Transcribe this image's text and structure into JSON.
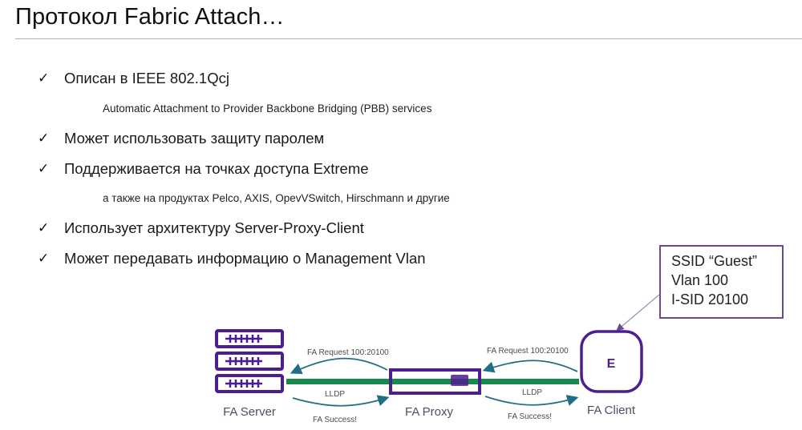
{
  "slide": {
    "title": "Протокол Fabric Attach…",
    "bullets": [
      {
        "text": "Описан в IEEE 802.1Qcj",
        "sub": "Automatic Attachment to Provider Backbone Bridging (PBB) services"
      },
      {
        "text": "Может использовать защиту паролем",
        "sub": null
      },
      {
        "text": "Поддерживается на точках доступа Extreme",
        "sub": "а также на продуктах Pelco, AXIS, OpevVSwitch, Hirschmann и другие"
      },
      {
        "text": "Использует архитектуру Server-Proxy-Client",
        "sub": null
      },
      {
        "text": "Может передавать информацию о Management Vlan",
        "sub": null
      }
    ],
    "check_glyph": "✓"
  },
  "callout": {
    "lines": [
      "SSID “Guest”",
      "Vlan 100",
      "I-SID 20100"
    ]
  },
  "diagram": {
    "nodes": {
      "server": {
        "label": "FA Server",
        "icon": "server-stack-icon"
      },
      "proxy": {
        "label": "FA Proxy",
        "icon": "switch-icon"
      },
      "client": {
        "label": "FA Client",
        "icon": "access-point-icon",
        "logo": "E"
      }
    },
    "links": {
      "left": {
        "request": "FA Request 100:20100",
        "protocol": "LLDP",
        "response": "FA Success!"
      },
      "right": {
        "request": "FA Request 100:20100",
        "protocol": "LLDP",
        "response": "FA Success!"
      }
    },
    "colors": {
      "device_purple": "#4b1f91",
      "link_green": "#178a4c",
      "arrow_teal": "#216f86",
      "callout_border": "#6b4a8f"
    }
  }
}
